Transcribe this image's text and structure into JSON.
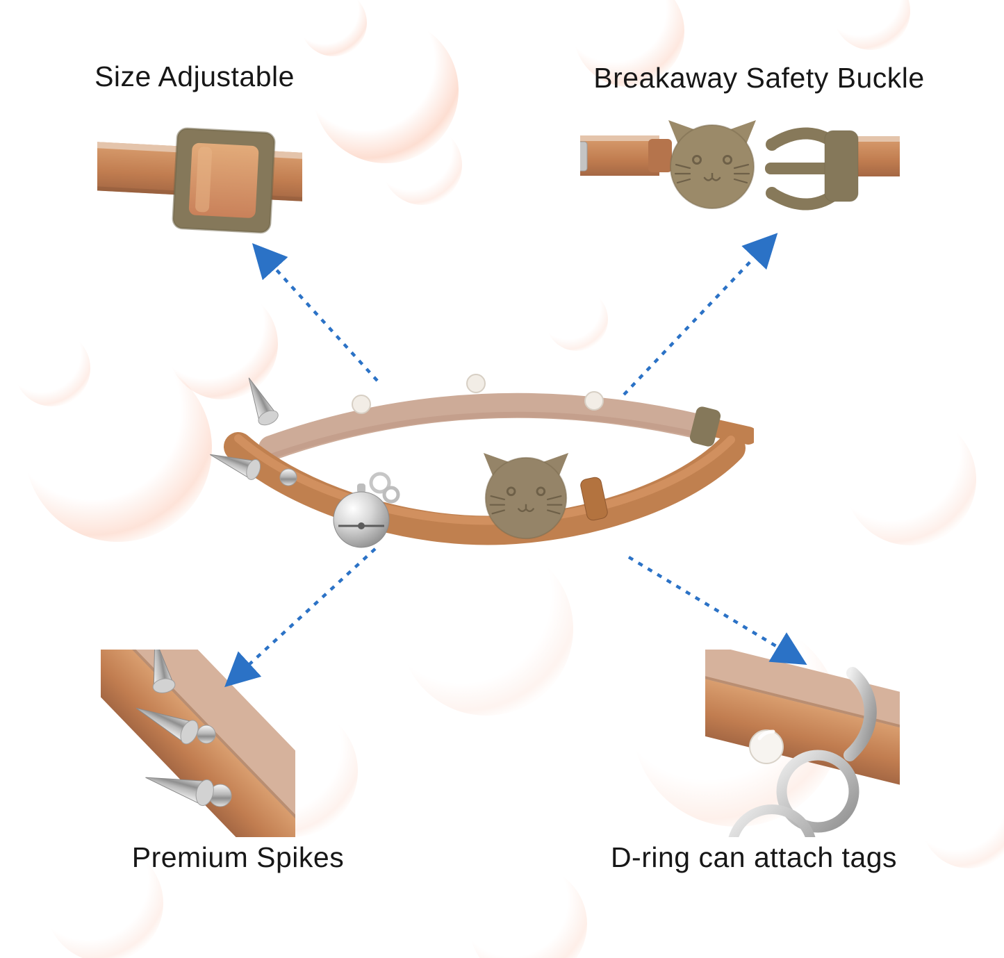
{
  "features": [
    {
      "id": "size-adjustable",
      "label": "Size Adjustable"
    },
    {
      "id": "breakaway-safety-buckle",
      "label": "Breakaway Safety Buckle"
    },
    {
      "id": "premium-spikes",
      "label": "Premium Spikes"
    },
    {
      "id": "d-ring",
      "label": "D-ring can attach tags"
    }
  ],
  "images": {
    "center": "cat-collar-product-photo",
    "top_left": "adjuster-detail-photo",
    "top_right": "breakaway-buckle-detail-photo",
    "bottom_left": "spikes-detail-photo",
    "bottom_right": "d-ring-detail-photo"
  },
  "colors": {
    "background": "#ffffff",
    "text": "#171717",
    "arrow_blue": "#2b72c6",
    "leather_tan": "#c0804f",
    "suede_pink": "#d2ae98",
    "buckle_olive": "#87795a",
    "metal_silver": "#c9c9c9"
  }
}
